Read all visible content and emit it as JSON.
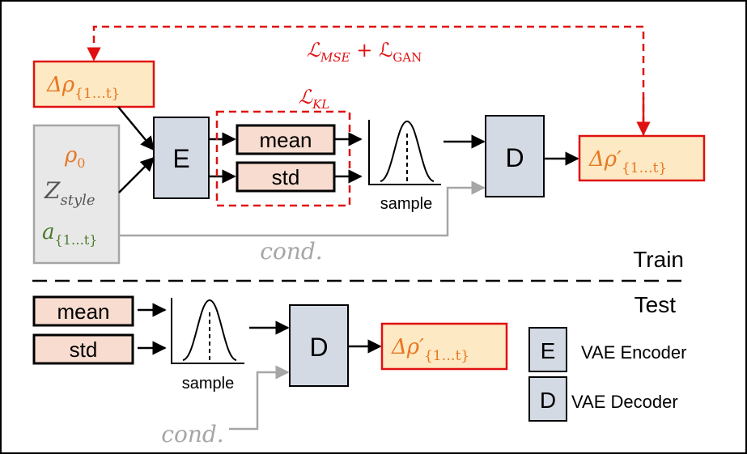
{
  "colors": {
    "red": "#e01010",
    "orange": "#e87722",
    "green": "#4a7a2a",
    "gray_text": "#555555",
    "light_gray": "#a6a6a6",
    "encoder_fill": "#d4dae4",
    "pink_fill": "#f8dcd0",
    "peach_fill": "#fde9c3",
    "gray_fill": "#e8e8e8"
  },
  "train": {
    "loss_top": {
      "script": "ℒ",
      "sub": "MSE",
      "mid": " + ℒ",
      "sub2": "GAN"
    },
    "input_delta_rho": {
      "main": "Δρ",
      "sub": "{1…t}"
    },
    "rho0": {
      "main": "ρ",
      "sub": "0"
    },
    "z_style": {
      "main": "Z",
      "sub": "style"
    },
    "a_seq": {
      "main": "a",
      "sub": "{1…t}"
    },
    "encoder_label": "E",
    "kl_loss": {
      "script": "ℒ",
      "sub": "KL"
    },
    "mean_label": "mean",
    "std_label": "std",
    "sample_label": "sample",
    "decoder_label": "D",
    "output": {
      "main": "Δρ′",
      "sub": "{1…t}"
    },
    "cond_label": "cond.",
    "section_label": "Train"
  },
  "test": {
    "section_label": "Test",
    "mean_label": "mean",
    "std_label": "std",
    "sample_label": "sample",
    "decoder_label": "D",
    "output": {
      "main": "Δρ′",
      "sub": "{1…t}"
    },
    "cond_label": "cond."
  },
  "legend": {
    "encoder_key": "E",
    "encoder_text": "VAE Encoder",
    "decoder_key": "D",
    "decoder_text": "VAE Decoder"
  }
}
